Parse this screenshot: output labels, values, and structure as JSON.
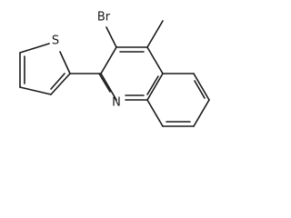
{
  "molecule": {
    "atoms": {
      "S": "S",
      "Br": "Br",
      "N": "N"
    }
  },
  "colors": {
    "bond": "#1a1a1a",
    "background": "#ffffff"
  }
}
